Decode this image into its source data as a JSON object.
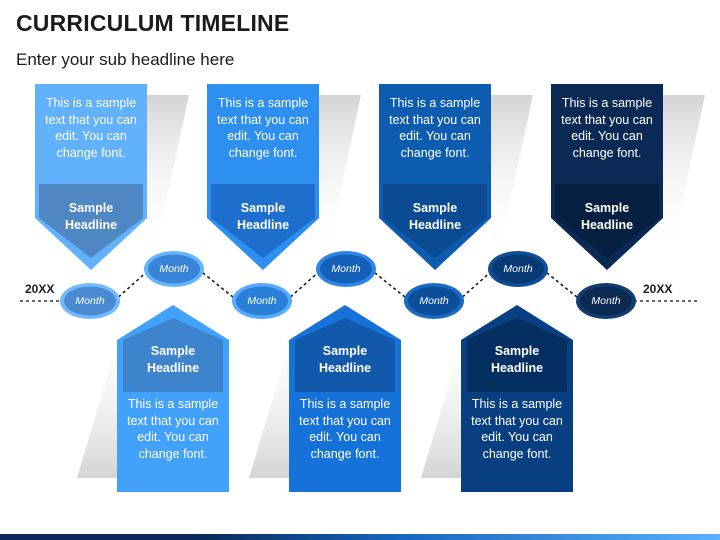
{
  "title": "CURRICULUM TIMELINE",
  "subtitle": "Enter your sub headline here",
  "year_start": "20XX",
  "year_end": "20XX",
  "top_cards": [
    {
      "body": "This is a sample text that you can edit. You can change font.",
      "headline": "Sample Headline",
      "month": "Month",
      "color": "#62b1fc",
      "tab": "#4f87c4",
      "node": "#4a8ad0",
      "ring": "#6fbaff"
    },
    {
      "body": "This is a sample text that you can edit. You can change font.",
      "headline": "Sample Headline",
      "month": "Month",
      "color": "#2d8ff0",
      "tab": "#1e6fcd",
      "node": "#2a7fd8",
      "ring": "#56aaff"
    },
    {
      "body": "This is a sample text that you can edit. You can change font.",
      "headline": "Sample Headline",
      "month": "Month",
      "color": "#0d5cb0",
      "tab": "#0a4b93",
      "node": "#0b4f9a",
      "ring": "#1a6bc4"
    },
    {
      "body": "This is a sample text that you can edit. You can change font.",
      "headline": "Sample Headline",
      "month": "Month",
      "color": "#0a2a55",
      "tab": "#071f40",
      "node": "#0a2a52",
      "ring": "#123d70"
    }
  ],
  "bottom_cards": [
    {
      "body": "This is a sample text that you can edit. You can change font.",
      "headline": "Sample Headline",
      "month": "Month",
      "color": "#42a1fb",
      "tab": "#3d84cc",
      "node": "#3a84d8",
      "ring": "#62b4ff"
    },
    {
      "body": "This is a sample text that you can edit. You can change font.",
      "headline": "Sample Headline",
      "month": "Month",
      "color": "#1572d8",
      "tab": "#1259ab",
      "node": "#145fb8",
      "ring": "#2e85e6"
    },
    {
      "body": "This is a sample text that you can edit. You can change font.",
      "headline": "Sample Headline",
      "month": "Month",
      "color": "#083f80",
      "tab": "#062f61",
      "node": "#073a74",
      "ring": "#0f4f96"
    }
  ]
}
